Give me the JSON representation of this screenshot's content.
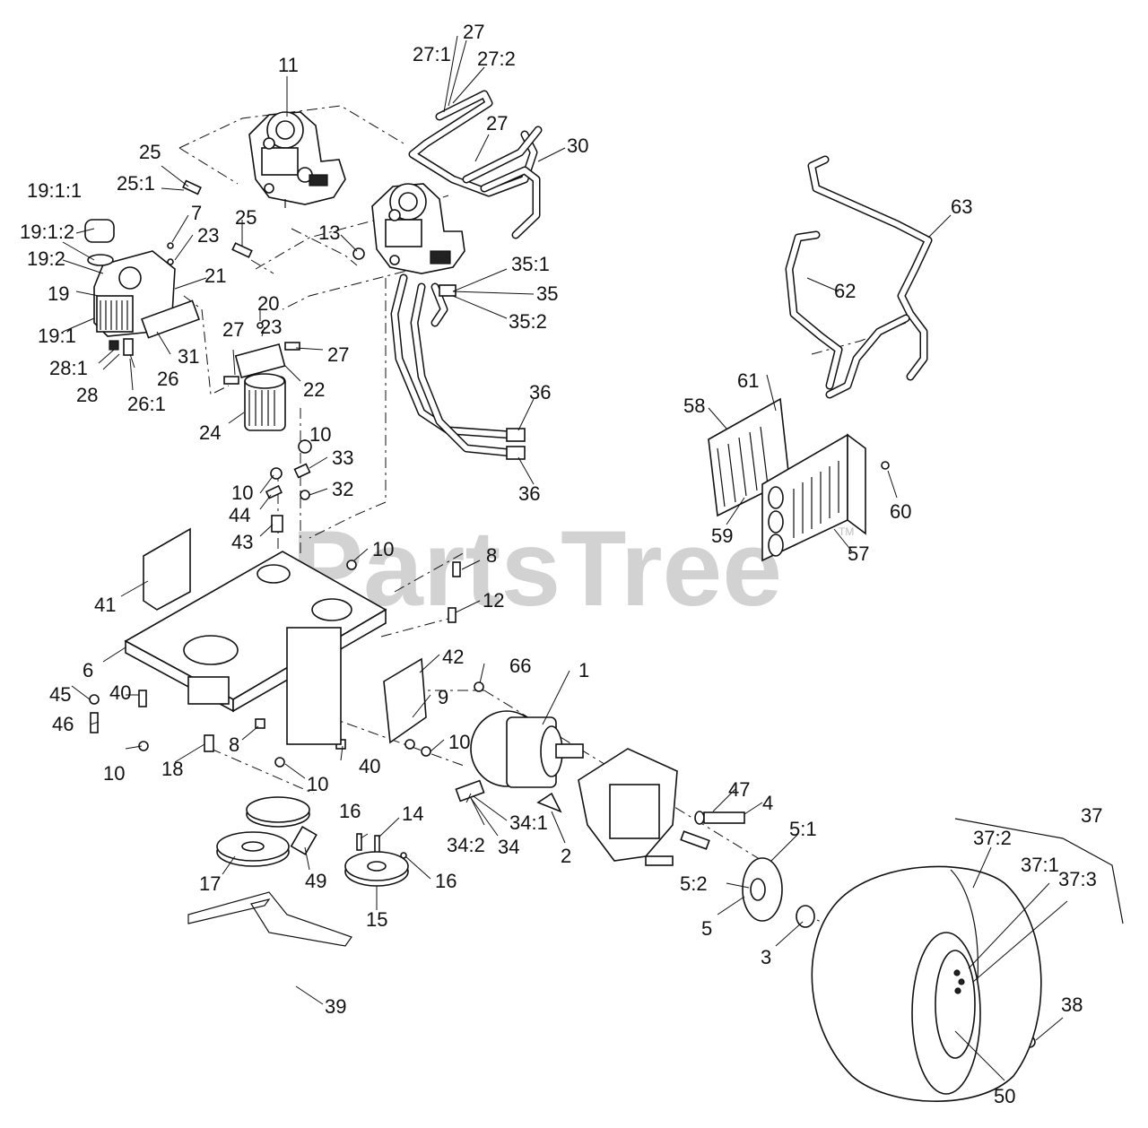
{
  "watermark": {
    "text": "PartsTree",
    "tm": "TM"
  },
  "labels": [
    {
      "id": "l1",
      "text": "1"
    },
    {
      "id": "l2",
      "text": "2"
    },
    {
      "id": "l3",
      "text": "3"
    },
    {
      "id": "l4",
      "text": "4"
    },
    {
      "id": "l5",
      "text": "5"
    },
    {
      "id": "l5_1",
      "text": "5:1"
    },
    {
      "id": "l5_2",
      "text": "5:2"
    },
    {
      "id": "l6",
      "text": "6"
    },
    {
      "id": "l7",
      "text": "7"
    },
    {
      "id": "l8a",
      "text": "8"
    },
    {
      "id": "l8b",
      "text": "8"
    },
    {
      "id": "l9",
      "text": "9"
    },
    {
      "id": "l10a",
      "text": "10"
    },
    {
      "id": "l10b",
      "text": "10"
    },
    {
      "id": "l10c",
      "text": "10"
    },
    {
      "id": "l10d",
      "text": "10"
    },
    {
      "id": "l10e",
      "text": "10"
    },
    {
      "id": "l10f",
      "text": "10"
    },
    {
      "id": "l11",
      "text": "11"
    },
    {
      "id": "l12",
      "text": "12"
    },
    {
      "id": "l13",
      "text": "13"
    },
    {
      "id": "l14",
      "text": "14"
    },
    {
      "id": "l15",
      "text": "15"
    },
    {
      "id": "l16a",
      "text": "16"
    },
    {
      "id": "l16b",
      "text": "16"
    },
    {
      "id": "l17",
      "text": "17"
    },
    {
      "id": "l18",
      "text": "18"
    },
    {
      "id": "l19",
      "text": "19"
    },
    {
      "id": "l19_1",
      "text": "19:1"
    },
    {
      "id": "l19_1_1",
      "text": "19:1:1"
    },
    {
      "id": "l19_1_2",
      "text": "19:1:2"
    },
    {
      "id": "l19_2",
      "text": "19:2"
    },
    {
      "id": "l20",
      "text": "20"
    },
    {
      "id": "l21",
      "text": "21"
    },
    {
      "id": "l22",
      "text": "22"
    },
    {
      "id": "l23a",
      "text": "23"
    },
    {
      "id": "l23b",
      "text": "23"
    },
    {
      "id": "l24",
      "text": "24"
    },
    {
      "id": "l25a",
      "text": "25"
    },
    {
      "id": "l25_1",
      "text": "25:1"
    },
    {
      "id": "l25b",
      "text": "25"
    },
    {
      "id": "l26",
      "text": "26"
    },
    {
      "id": "l26_1",
      "text": "26:1"
    },
    {
      "id": "l27a",
      "text": "27"
    },
    {
      "id": "l27_1",
      "text": "27:1"
    },
    {
      "id": "l27_2",
      "text": "27:2"
    },
    {
      "id": "l27b",
      "text": "27"
    },
    {
      "id": "l27c",
      "text": "27"
    },
    {
      "id": "l27d",
      "text": "27"
    },
    {
      "id": "l28",
      "text": "28"
    },
    {
      "id": "l28_1",
      "text": "28:1"
    },
    {
      "id": "l30",
      "text": "30"
    },
    {
      "id": "l31",
      "text": "31"
    },
    {
      "id": "l32",
      "text": "32"
    },
    {
      "id": "l33",
      "text": "33"
    },
    {
      "id": "l34",
      "text": "34"
    },
    {
      "id": "l34_1",
      "text": "34:1"
    },
    {
      "id": "l34_2",
      "text": "34:2"
    },
    {
      "id": "l35",
      "text": "35"
    },
    {
      "id": "l35_1",
      "text": "35:1"
    },
    {
      "id": "l35_2",
      "text": "35:2"
    },
    {
      "id": "l36a",
      "text": "36"
    },
    {
      "id": "l36b",
      "text": "36"
    },
    {
      "id": "l37",
      "text": "37"
    },
    {
      "id": "l37_1",
      "text": "37:1"
    },
    {
      "id": "l37_2",
      "text": "37:2"
    },
    {
      "id": "l37_3",
      "text": "37:3"
    },
    {
      "id": "l38",
      "text": "38"
    },
    {
      "id": "l39",
      "text": "39"
    },
    {
      "id": "l40a",
      "text": "40"
    },
    {
      "id": "l40b",
      "text": "40"
    },
    {
      "id": "l41",
      "text": "41"
    },
    {
      "id": "l42",
      "text": "42"
    },
    {
      "id": "l43",
      "text": "43"
    },
    {
      "id": "l44",
      "text": "44"
    },
    {
      "id": "l45",
      "text": "45"
    },
    {
      "id": "l46",
      "text": "46"
    },
    {
      "id": "l47",
      "text": "47"
    },
    {
      "id": "l49",
      "text": "49"
    },
    {
      "id": "l50",
      "text": "50"
    },
    {
      "id": "l57",
      "text": "57"
    },
    {
      "id": "l58",
      "text": "58"
    },
    {
      "id": "l59",
      "text": "59"
    },
    {
      "id": "l60",
      "text": "60"
    },
    {
      "id": "l61",
      "text": "61"
    },
    {
      "id": "l62",
      "text": "62"
    },
    {
      "id": "l63",
      "text": "63"
    },
    {
      "id": "l66",
      "text": "66"
    }
  ]
}
